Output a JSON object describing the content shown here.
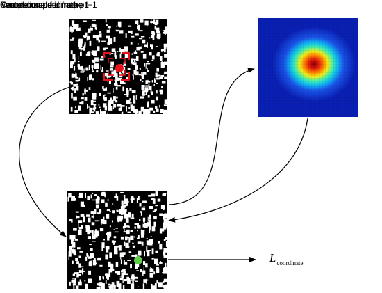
{
  "labels": {
    "feature_map_t": "Feature map for frame t",
    "heat_map": "Correlation heat map",
    "feature_map_t1": "Feature map for frame t+1",
    "kernel": "Kernel correlation-s1-p1",
    "max_point": "Max point coordinate",
    "output_symbol": "L",
    "output_subscript": "coordinate"
  },
  "colors": {
    "target_dot": "#e8141b",
    "target_box": "#e8141b",
    "result_dot": "#5fcf4b",
    "heat_low": "#0a1fb4",
    "arrow": "#000000"
  }
}
